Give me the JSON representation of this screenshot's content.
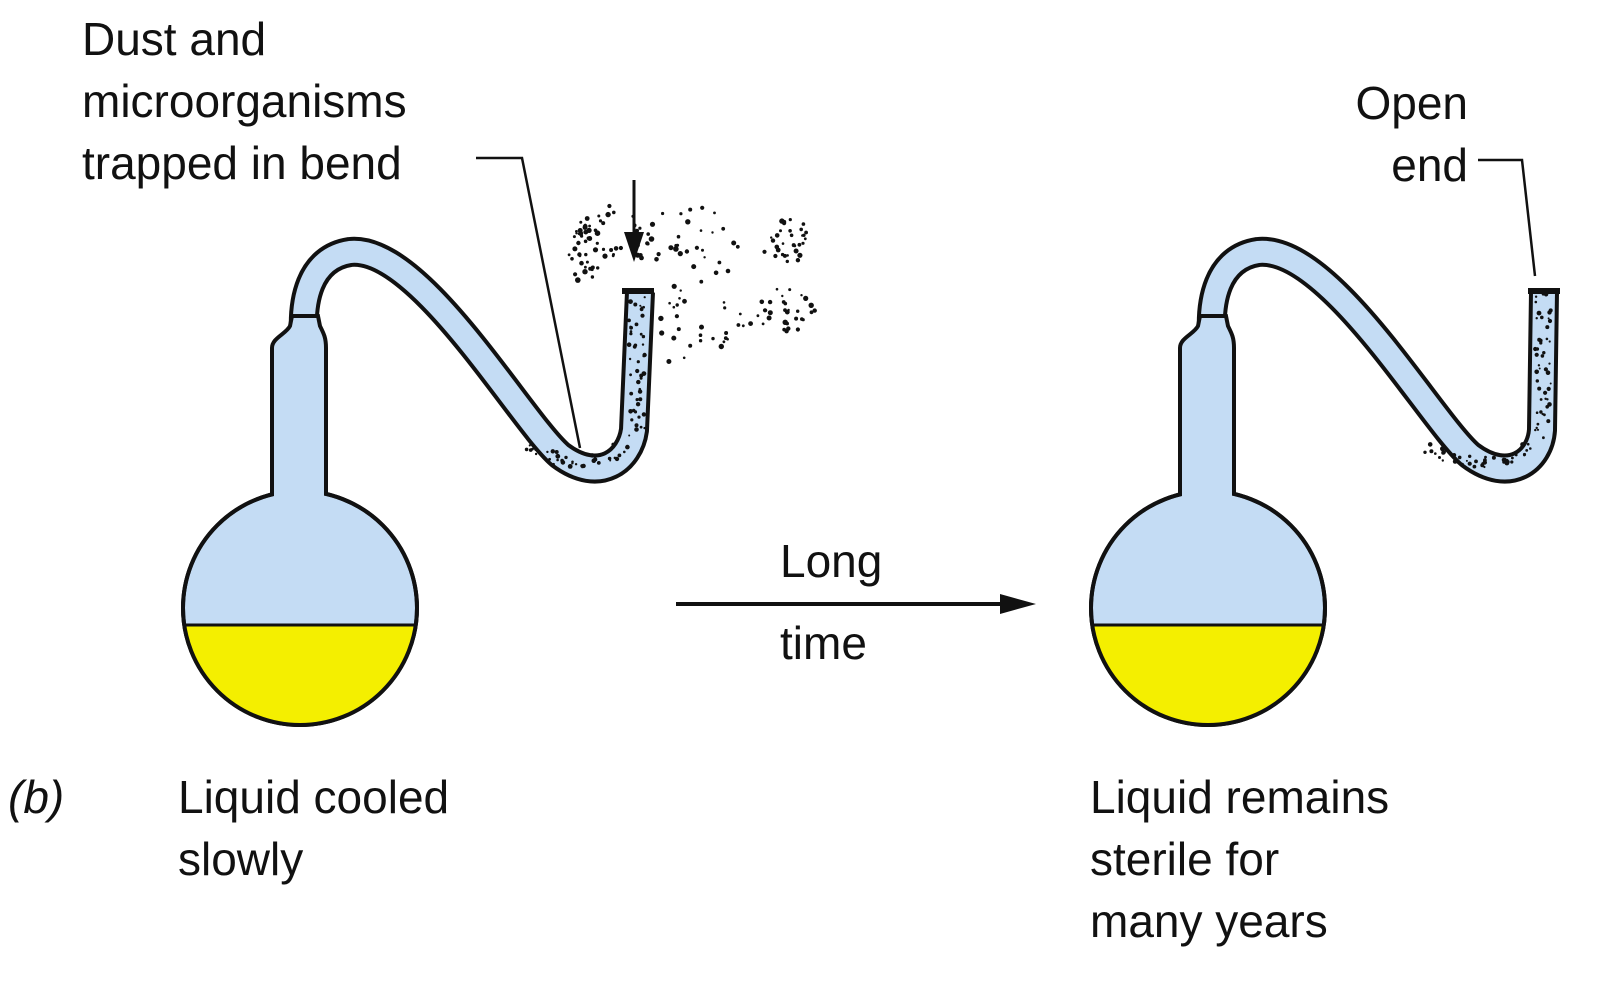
{
  "colors": {
    "glass_fill": "#c4dcf4",
    "liquid": "#f4ef00",
    "outline": "#111111",
    "dust": "#111111"
  },
  "labels": {
    "panel_letter": "(b)",
    "dust_trapped": [
      "Dust and",
      "microorganisms",
      "trapped in bend"
    ],
    "open_end": [
      "Open",
      "end"
    ],
    "arrow_top": "Long",
    "arrow_bottom": "time",
    "left_caption": [
      "Liquid cooled",
      "slowly"
    ],
    "right_caption": [
      "Liquid remains",
      "sterile for",
      "many years"
    ]
  }
}
